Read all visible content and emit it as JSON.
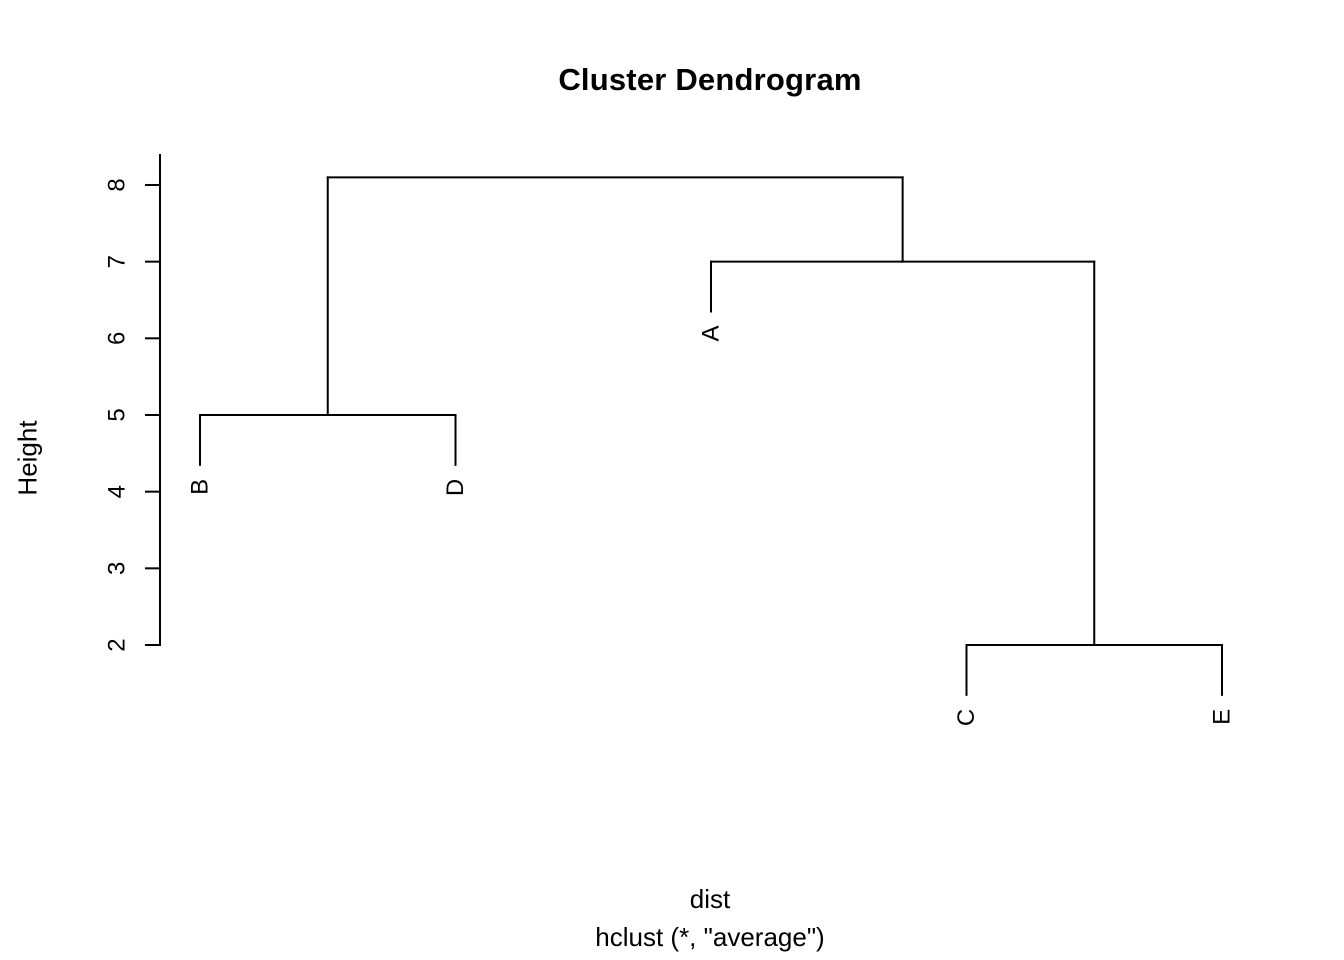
{
  "chart_data": {
    "type": "dendrogram",
    "title": "Cluster Dendrogram",
    "ylabel": "Height",
    "xlabel": "dist",
    "sub": "hclust (*, \"average\")",
    "yticks": [
      2,
      3,
      4,
      5,
      6,
      7,
      8
    ],
    "axis_range": [
      2,
      8
    ],
    "leaf_order": [
      "B",
      "D",
      "A",
      "C",
      "E"
    ],
    "hang": 0.65,
    "merges": [
      {
        "members": "C,E",
        "height": 2
      },
      {
        "members": "B,D",
        "height": 5
      },
      {
        "members": "A,(C,E)",
        "height": 7
      },
      {
        "members": "(B,D),(A,(C,E))",
        "height": 8.1
      }
    ],
    "tree": {
      "height": 8.1,
      "children": [
        {
          "height": 5,
          "children": [
            {
              "leaf": "B"
            },
            {
              "leaf": "D"
            }
          ]
        },
        {
          "height": 7,
          "children": [
            {
              "leaf": "A"
            },
            {
              "height": 2,
              "children": [
                {
                  "leaf": "C"
                },
                {
                  "leaf": "E"
                }
              ]
            }
          ]
        }
      ]
    },
    "grid": "off",
    "legend": "none"
  },
  "colors": {
    "line": "#000000",
    "text": "#000000",
    "background": "#ffffff"
  }
}
